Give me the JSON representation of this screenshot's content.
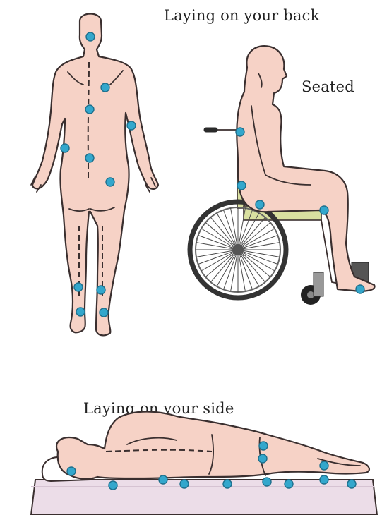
{
  "labels": {
    "back": "Laying on your back",
    "seated": "Seated",
    "side": "Laying on your side"
  },
  "colors": {
    "skin": "#f6d2c6",
    "pressure_point": "#33a7cc",
    "mattress": "#ecdde8",
    "wheelchair_frame": "#d9e0a0"
  }
}
